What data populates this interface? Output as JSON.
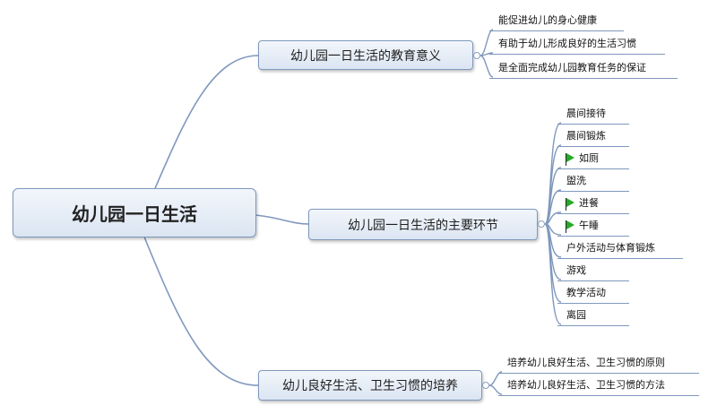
{
  "root": {
    "label": "幼儿园一日生活"
  },
  "branches": [
    {
      "label": "幼儿园一日生活的教育意义",
      "leaves": [
        {
          "label": "能促进幼儿的身心健康"
        },
        {
          "label": "有助于幼儿形成良好的生活习惯"
        },
        {
          "label": "是全面完成幼儿园教育任务的保证"
        }
      ]
    },
    {
      "label": "幼儿园一日生活的主要环节",
      "leaves": [
        {
          "label": "晨间接待"
        },
        {
          "label": "晨间锻炼"
        },
        {
          "label": "如厕",
          "flag": true
        },
        {
          "label": "盥洗"
        },
        {
          "label": "进餐",
          "flag": true
        },
        {
          "label": "午睡",
          "flag": true
        },
        {
          "label": "户外活动与体育锻炼"
        },
        {
          "label": "游戏"
        },
        {
          "label": "教学活动"
        },
        {
          "label": "离园"
        }
      ]
    },
    {
      "label": "幼儿良好生活、卫生习惯的培养",
      "leaves": [
        {
          "label": "培养幼儿良好生活、卫生习惯的原则"
        },
        {
          "label": "培养幼儿良好生活、卫生习惯的方法"
        }
      ]
    }
  ],
  "colors": {
    "line": "#7f98bd",
    "flag": "#27a927"
  }
}
